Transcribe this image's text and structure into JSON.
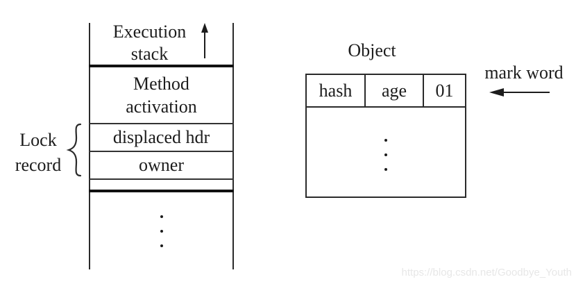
{
  "stack": {
    "header": {
      "line1": "Execution",
      "line2": "stack"
    },
    "rows": {
      "method": {
        "line1": "Method",
        "line2": "activation"
      },
      "displaced_hdr": "displaced hdr",
      "owner": "owner"
    }
  },
  "lock_record": {
    "line1": "Lock",
    "line2": "record"
  },
  "object_box": {
    "title": "Object",
    "cells": [
      {
        "label": "hash"
      },
      {
        "label": "age"
      },
      {
        "label": "01"
      }
    ]
  },
  "mark_word": {
    "label": "mark word"
  },
  "watermark": {
    "text": "https://blog.csdn.net/Goodbye_Youth"
  },
  "icons": {
    "up_arrow": "up-arrow-icon",
    "left_arrow": "left-arrow-icon",
    "curly_brace": "curly-brace-icon",
    "ellipsis": "ellipsis-dots"
  },
  "colors": {
    "background": "#ffffff",
    "thin_line": "#333333",
    "thick_line": "#111111",
    "border": "#2a2a2a",
    "text": "#1c1c1c",
    "watermark": "#e7e7e7"
  }
}
